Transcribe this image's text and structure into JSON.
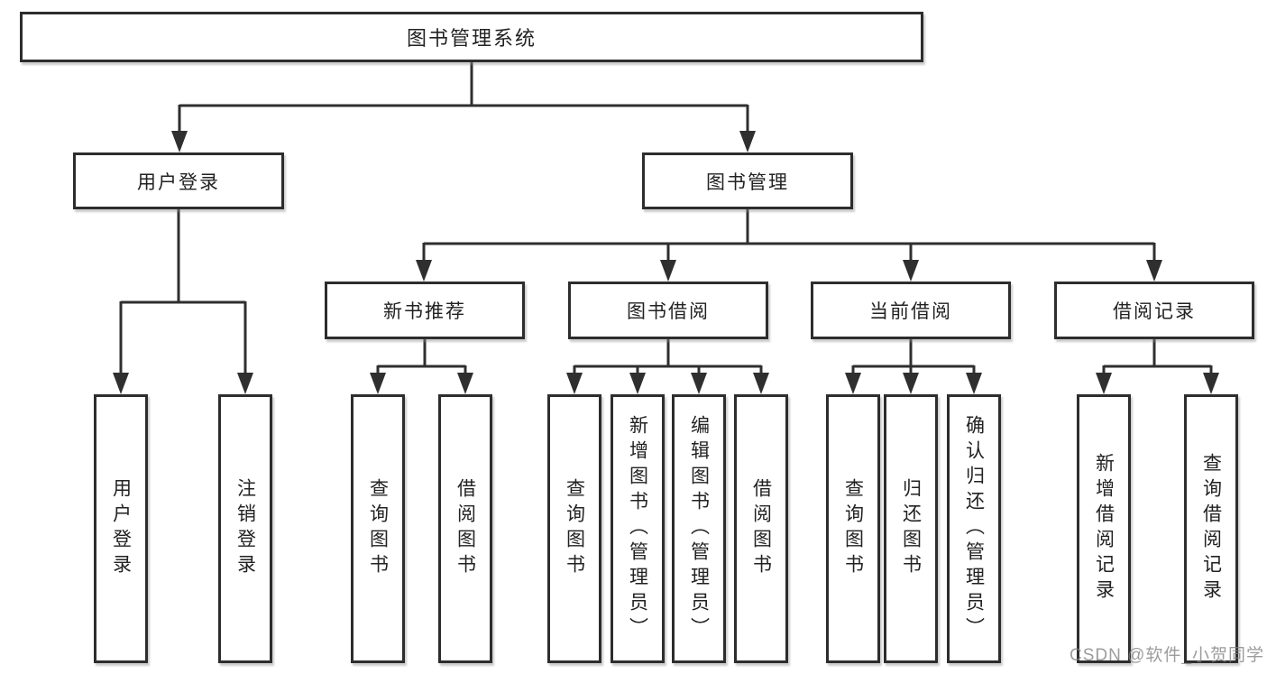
{
  "diagram": {
    "root": {
      "label": "图书管理系统"
    },
    "level2": [
      {
        "label": "用户登录"
      },
      {
        "label": "图书管理"
      }
    ],
    "level3": [
      {
        "label": "新书推荐",
        "parent": "图书管理"
      },
      {
        "label": "图书借阅",
        "parent": "图书管理"
      },
      {
        "label": "当前借阅",
        "parent": "图书管理"
      },
      {
        "label": "借阅记录",
        "parent": "图书管理"
      }
    ],
    "leaves": [
      {
        "label": "用户登录",
        "parent": "用户登录"
      },
      {
        "label": "注销登录",
        "parent": "用户登录"
      },
      {
        "label": "查询图书",
        "parent": "新书推荐"
      },
      {
        "label": "借阅图书",
        "parent": "新书推荐"
      },
      {
        "label": "查询图书",
        "parent": "图书借阅"
      },
      {
        "label": "新增图书（管理员）",
        "parent": "图书借阅"
      },
      {
        "label": "编辑图书（管理员）",
        "parent": "图书借阅"
      },
      {
        "label": "借阅图书",
        "parent": "图书借阅"
      },
      {
        "label": "查询图书",
        "parent": "当前借阅"
      },
      {
        "label": "归还图书",
        "parent": "当前借阅"
      },
      {
        "label": "确认归还（管理员）",
        "parent": "当前借阅"
      },
      {
        "label": "新增借阅记录",
        "parent": "借阅记录"
      },
      {
        "label": "查询借阅记录",
        "parent": "借阅记录"
      }
    ]
  },
  "watermark": {
    "text": "CSDN @软件_小贺同学"
  },
  "colors": {
    "line": "#2f2f2f",
    "box_border": "#2d2d2d",
    "text": "#222222",
    "watermark": "#808080",
    "background": "#ffffff"
  }
}
